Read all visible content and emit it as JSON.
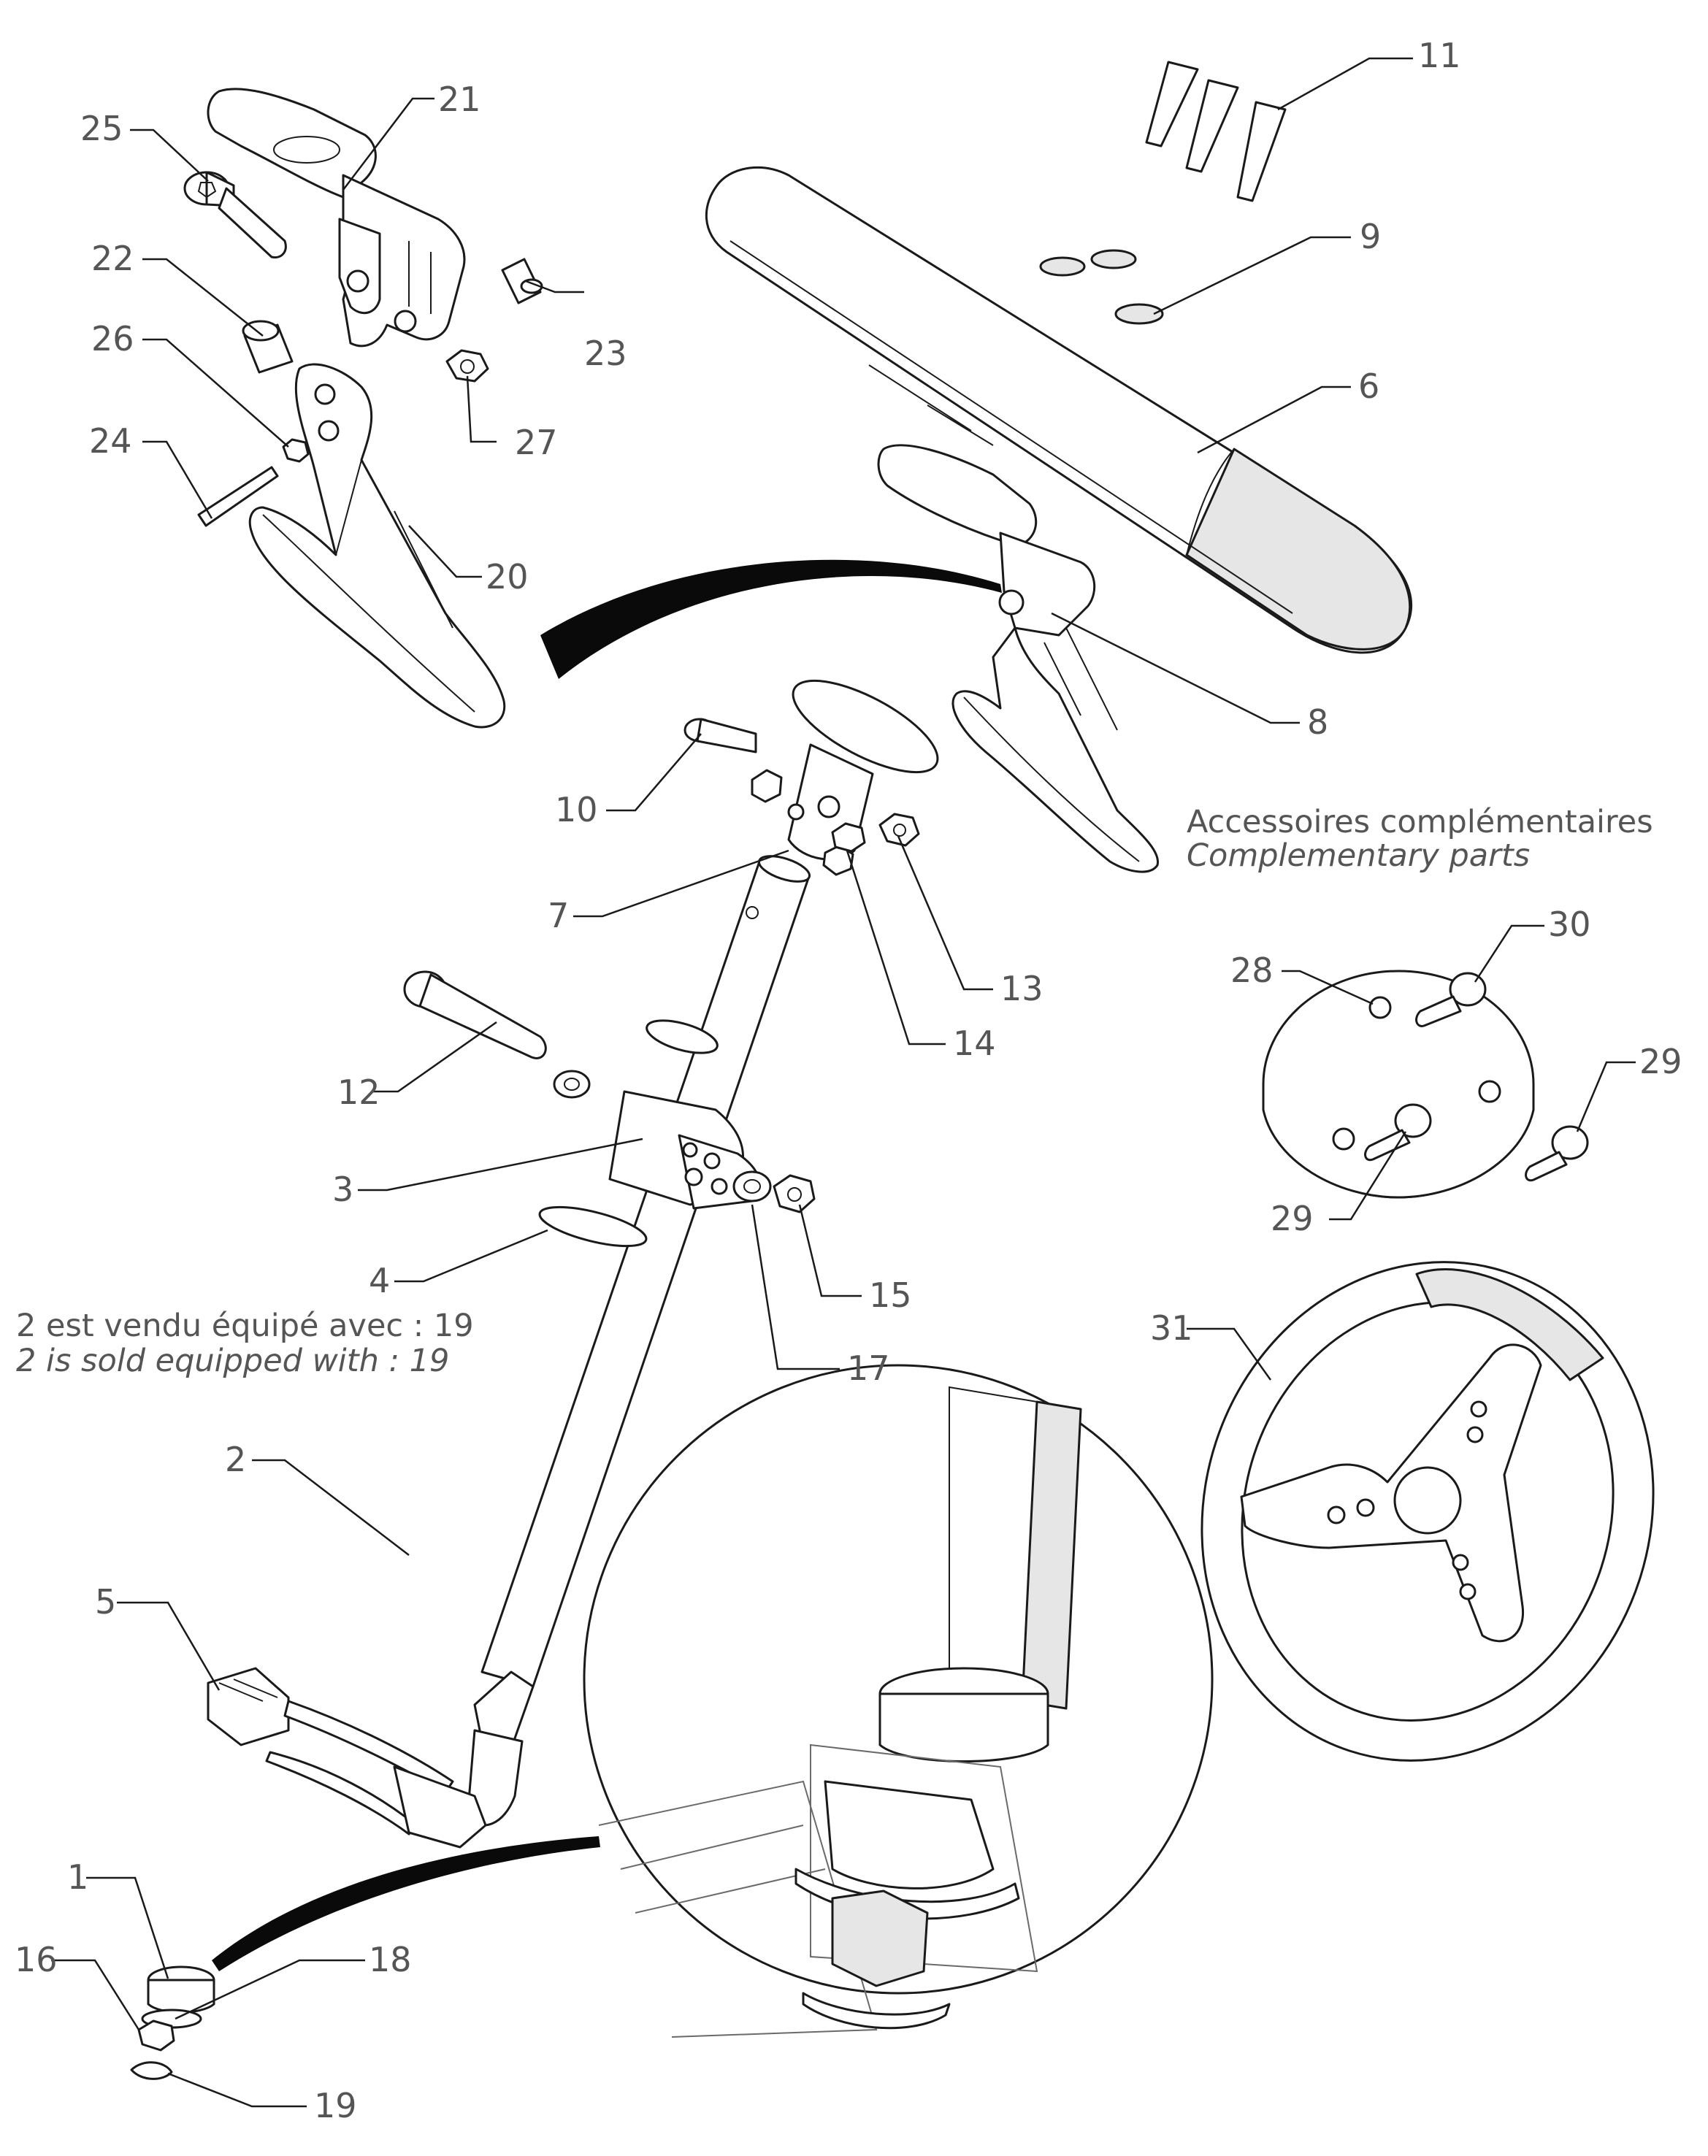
{
  "notes": {
    "accessories_fr": "Accessoires complémentaires",
    "accessories_en": "Complementary parts",
    "sold_with_fr": "2 est vendu équipé avec : 19",
    "sold_with_en": "2 is sold equipped with : 19"
  },
  "callouts": {
    "c1": "1",
    "c2": "2",
    "c3": "3",
    "c4": "4",
    "c5": "5",
    "c6": "6",
    "c7": "7",
    "c8": "8",
    "c9": "9",
    "c10": "10",
    "c11": "11",
    "c12": "12",
    "c13": "13",
    "c14": "14",
    "c15": "15",
    "c16": "16",
    "c17": "17",
    "c18": "18",
    "c19": "19",
    "c20": "20",
    "c21": "21",
    "c22": "22",
    "c23": "23",
    "c24": "24",
    "c25": "25",
    "c26": "26",
    "c27": "27",
    "c28": "28",
    "c29a": "29",
    "c29b": "29",
    "c30": "30",
    "c31": "31"
  },
  "colors": {
    "ink": "#1a1a1a",
    "label": "#555555",
    "shade": "#e6e6e6"
  }
}
